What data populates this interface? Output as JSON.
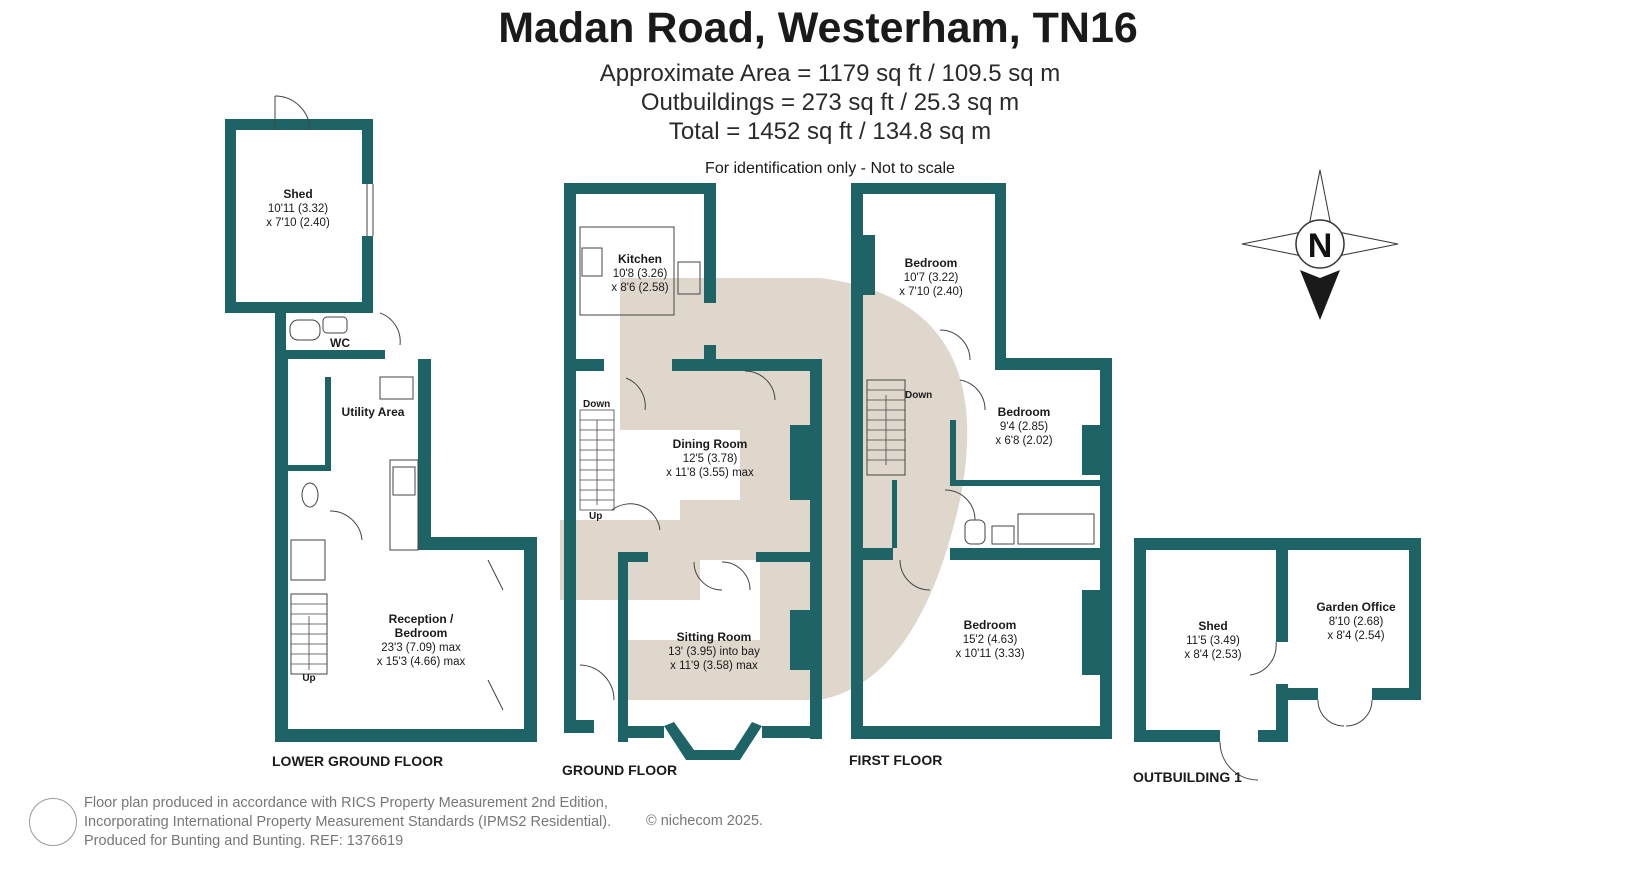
{
  "header": {
    "title": "Madan Road, Westerham, TN16",
    "approx_area": "Approximate Area = 1179 sq ft / 109.5 sq m",
    "outbuildings": "Outbuildings = 273 sq ft / 25.3 sq m",
    "total": "Total = 1452 sq ft / 134.8 sq m",
    "note": "For identification only - Not to scale"
  },
  "compass": {
    "letter": "N"
  },
  "floors": {
    "lower_ground": {
      "label": "LOWER GROUND FLOOR",
      "shed": {
        "name": "Shed",
        "dim1": "10'11 (3.32)",
        "dim2": "x 7'10 (2.40)"
      },
      "wc": {
        "name": "WC"
      },
      "utility": {
        "name": "Utility Area"
      },
      "reception": {
        "name1": "Reception /",
        "name2": "Bedroom",
        "dim1": "23'3 (7.09) max",
        "dim2": "x 15'3 (4.66) max"
      },
      "up": "Up"
    },
    "ground": {
      "label": "GROUND FLOOR",
      "kitchen": {
        "name": "Kitchen",
        "dim1": "10'8 (3.26)",
        "dim2": "x 8'6 (2.58)"
      },
      "dining": {
        "name": "Dining Room",
        "dim1": "12'5 (3.78)",
        "dim2": "x 11'8 (3.55) max"
      },
      "sitting": {
        "name": "Sitting Room",
        "dim1": "13' (3.95) into bay",
        "dim2": "x 11'9 (3.58) max"
      },
      "down": "Down",
      "up": "Up"
    },
    "first": {
      "label": "FIRST FLOOR",
      "bedroom1": {
        "name": "Bedroom",
        "dim1": "10'7 (3.22)",
        "dim2": "x 7'10 (2.40)"
      },
      "bedroom2": {
        "name": "Bedroom",
        "dim1": "9'4 (2.85)",
        "dim2": "x 6'8 (2.02)"
      },
      "bedroom3": {
        "name": "Bedroom",
        "dim1": "15'2 (4.63)",
        "dim2": "x 10'11 (3.33)"
      },
      "down": "Down"
    },
    "outbuilding": {
      "label": "OUTBUILDING 1",
      "shed": {
        "name": "Shed",
        "dim1": "11'5 (3.49)",
        "dim2": "x 8'4 (2.53)"
      },
      "office": {
        "name": "Garden Office",
        "dim1": "8'10 (2.68)",
        "dim2": "x 8'4 (2.54)"
      }
    }
  },
  "footer": {
    "line1": "Floor plan produced in accordance with RICS Property Measurement 2nd Edition,",
    "line2": "Incorporating International Property Measurement Standards (IPMS2 Residential).",
    "line3": "Produced for Bunting and Bunting.   REF:  1376619",
    "copyright": "© nichecom 2025."
  },
  "colors": {
    "wall": "#1e6466",
    "watermark": "#e0d7cc"
  }
}
